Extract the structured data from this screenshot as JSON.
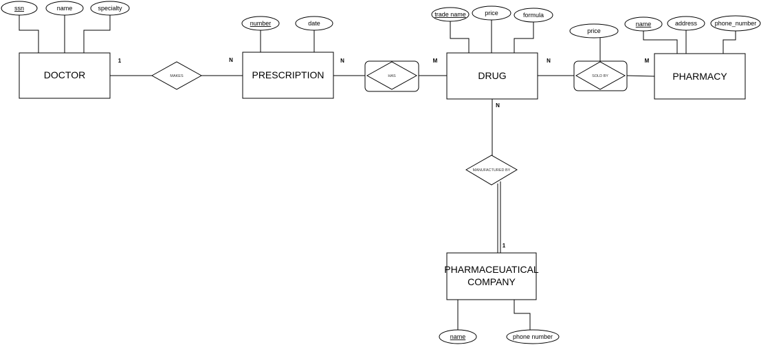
{
  "entities": {
    "doctor": "DOCTOR",
    "prescription": "PRESCRIPTION",
    "drug": "DRUG",
    "pharmacy": "PHARMACY",
    "company_line1": "PHARMACEUATICAL",
    "company_line2": "COMPANY"
  },
  "relationships": {
    "makes": "MAKES",
    "has": "HAS",
    "sold_by": "SOLD BY",
    "manufactured_by": "MANUFACTURED BY"
  },
  "attributes": {
    "doctor_ssn": "ssn",
    "doctor_name": "name",
    "doctor_specialty": "specialty",
    "prescription_number": "number",
    "prescription_date": "date",
    "drug_trade_name": "trade name",
    "drug_price": "price",
    "drug_formula": "formula",
    "sold_by_price": "price",
    "pharmacy_name": "name",
    "pharmacy_address": "address",
    "pharmacy_phone": "phone_number",
    "company_name": "name",
    "company_phone": "phone number"
  },
  "cardinalities": {
    "doctor_makes": "1",
    "makes_prescription": "N",
    "prescription_has": "N",
    "has_drug": "M",
    "drug_sold_by": "N",
    "sold_by_pharmacy": "M",
    "drug_manufactured": "N",
    "manufactured_company": "1"
  },
  "colors": {
    "stroke": "#000000",
    "fill": "#ffffff",
    "background": "#ffffff"
  }
}
